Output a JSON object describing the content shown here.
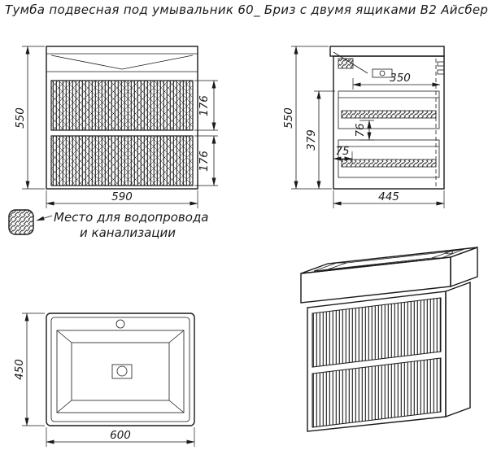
{
  "title": "Тумба подвесная под умывальник 60_ Бриз с двумя ящиками В2 Айсберг",
  "legend": {
    "line1": "Место для водопровода",
    "line2": "и канализации"
  },
  "front_view": {
    "height": "550",
    "width": "590",
    "drawer1_height": "176",
    "drawer2_height": "176"
  },
  "side_view": {
    "height": "550",
    "inner_height": "379",
    "front_offset": "75",
    "drawer_side": "76",
    "top_inner_depth": "350",
    "depth": "445"
  },
  "top_view": {
    "depth": "450",
    "width": "600"
  },
  "colors": {
    "line": "#1a1a1a",
    "background": "#ffffff"
  }
}
